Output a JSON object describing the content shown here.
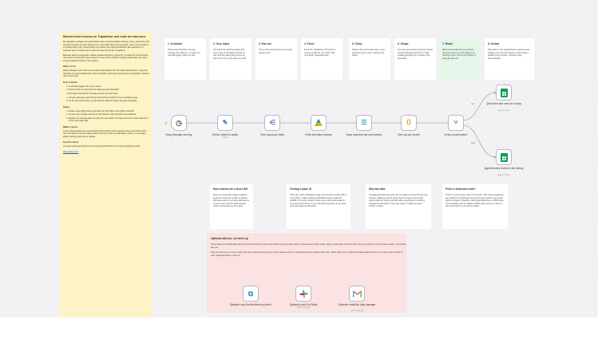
{
  "main_note": {
    "title": "Monitor hotel reviews on Tripadvisor and route the bad ones",
    "intro": "No reputation management subscription and no review platform API key. Every week this pulls the latest reviews for each hotel you list, then splits them into two paths: every review lands in a running history tab, and anything at or below your rating threshold is also queued on a separate tab so nobody has to scan the sheet to find the complaints.",
    "intro2": "Because each run appends a dated snapshot keyed by review ID, a review left in this week's rows that is missing from last week's is a new review, and the scoring makes bad ones easy to spot instead of buried in the archive.",
    "who_h": "Who's it for",
    "who": "Hotel managers who want to see a bad review before the front desk hears about it, agencies reporting on guest feedback for client properties, and teams comparing a competitor's reviews next to their own.",
    "how_h": "How it works",
    "how": [
      "A schedule trigger fires once a week.",
      "Set the hotels to watch and the rating you alert threshold.",
      "The Apify actor fetches the latest reviews for each hotel.",
      "A Code node keys each row by review ID and marks the ones needing a reply.",
      "An IF node routes those to your bad tab, while the history tab gets everything."
    ],
    "setup_h": "Setup",
    "setup": [
      "Create a free Apify account and add your API token to the Apify credential.",
      "Connect your Google account to both Sheets nodes and pick a spreadsheet.",
      "Replace the example place ID with your own hotels. The place ID is the number after the d in the hotel page URL."
    ],
    "make_h": "Make it yours",
    "make": "Three upload values sit uncommented at the bottom of the canvas. Drag a connection from the true branch of Is this a bad review? into any of them to add Slack, email, or a normally-sibling. Nothing else has to change.",
    "good_h": "Good to know",
    "good": "A review counts as bad if it is at or below the threshold set in Set the hotels to watch.",
    "good_link": "https://apify.com/"
  },
  "steps": [
    {
      "title": "1. Schedule",
      "body": "Runs every Monday morning. Change the cadence, or swap in a manual trigger while you test."
    },
    {
      "title": "2. Your input",
      "body": "The hotels to watch as place IDs, how many of the latest reviews to pull, and the rating that counts as bad. This is the only node you edit."
    },
    {
      "title": "3. Fan out",
      "body": "Turns your hotel list into one review lookup each."
    },
    {
      "title": "4. Fetch",
      "body": "Runs the Tripadvisor API actor to retrieve mode for one hotel. Add your Apify credential here."
    },
    {
      "title": "5. Clean",
      "body": "Keeps only real review rows, so an upstream error never reaches the sheet."
    },
    {
      "title": "6. Shape",
      "body": "One row per review, keyed by review ID and stamped with the run date, marking anything at or below your threshold."
    },
    {
      "title": "7. Route",
      "body": "Bad reviews take the true branch and also carry on to the history, so nothing is lost. This is the branch to hang an alert off."
    },
    {
      "title": "8. Deliver",
      "body": "Two tabs in one spreadsheet: a reply queue holding only the bad reviews, and a history holding every review. Columns map automatically."
    }
  ],
  "nodes": [
    {
      "label": "Every Monday morning",
      "sub": ""
    },
    {
      "label": "Set the hotels to watch",
      "sub": "manual"
    },
    {
      "label": "One lookup per hotel",
      "sub": ""
    },
    {
      "label": "Fetch the latest reviews",
      "sub": ""
    },
    {
      "label": "Keep rows that are real reviews",
      "sub": ""
    },
    {
      "label": "One row per review",
      "sub": ""
    },
    {
      "label": "Is this a bad review?",
      "sub": ""
    },
    {
      "label": "Queue the bad ones for a reply",
      "sub": "append: sheet"
    },
    {
      "label": "Append every review to the history",
      "sub": "append: sheet"
    }
  ],
  "info": [
    {
      "title": "How reviews are a sheet diff",
      "body": "Every run appends a dated snapshot keyed by review ID, so filter it against this week and not out there last week is a new review, and the Total reviews column rising tells you the same."
    },
    {
      "title": "Finding a place ID",
      "body": "Open the hotel's Tripadvisor page and read the number after d in the URL: a URL containing d123456 means a place ID 123456. The actor's search mode returns the same place ID for every hotel it finds, so you can look properties up by name once and paste the IDs here."
    },
    {
      "title": "Why two tabs",
      "body": "A single appended log buries the complaints among the five-star reviews. Splitting at the IF gives the front desk a short reply queue while the history tab still holds everything for reporting. Change the threshold in the input node to make the queue stricter or wider."
    },
    {
      "title": "Prefer a dedicated node?",
      "body": "There is a community node for this actor: n8n-nodes-tripadvisor-api. Install it from Settings then Community nodes if you would rather configure Tripadvisor with typed fields than a JSON body. This template uses the official verified Apify node so it runs on n8n Cloud with no community nodes."
    }
  ],
  "optional": {
    "title": "Optional add-ons, not wired up",
    "body1": "These three are deliberately left unconnected. Pick the ones that match how your team wants to hear about a bad review, drag a connection into them from the true output of Is this a bad review?, and delete the rest.",
    "body2": "Only the first time you see it stops the same review alerting every week, because the run rereads the latest reviews each time. Slack posts into a channel. Email emails whoever is on duty. Each needs its own credential before it will run.",
    "nodes": [
      {
        "label": "Optional: only the first time you see it",
        "sub": ""
      },
      {
        "label": "Optional: post it to Slack",
        "sub": "post: message"
      },
      {
        "label": "Optional: email the duty manager",
        "sub": "send: message"
      }
    ]
  },
  "colors": {
    "accent": "#ff6d5a",
    "sheets": "#0f9d58",
    "route_note": "#e6f6ea",
    "warning_note": "#fbe3e3"
  }
}
